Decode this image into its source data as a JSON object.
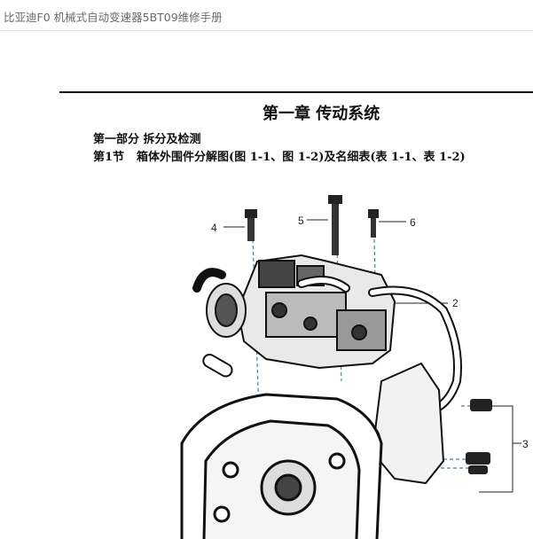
{
  "header": {
    "document_title": "比亚迪F0 机械式自动变速器5BT09维修手册"
  },
  "page": {
    "chapter_title": "第一章  传动系统",
    "part_title": "第一部分  拆分及检测",
    "section_number": "第1节",
    "section_title": "箱体外围件分解图(图 1-1、图 1-2)及名细表(表 1-1、表 1-2)"
  },
  "diagram": {
    "callouts": [
      "2",
      "3",
      "4",
      "5",
      "6"
    ]
  }
}
